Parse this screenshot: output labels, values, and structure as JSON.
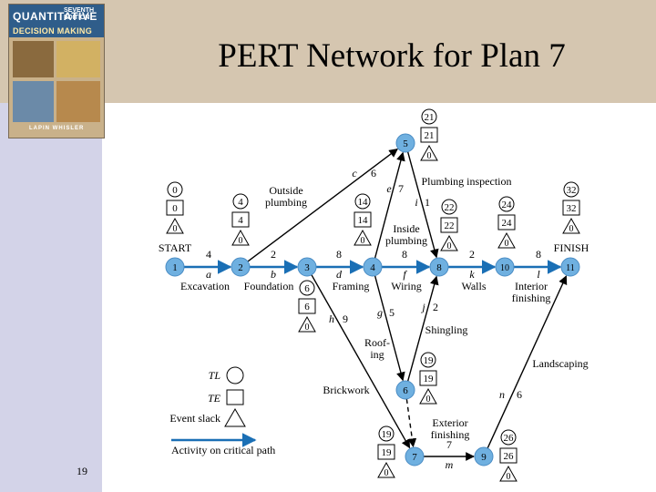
{
  "title": "PERT Network for Plan 7",
  "slide_number": "19",
  "cover": {
    "line1": "QUANTITATIVE",
    "line2": "DECISION MAKING",
    "edition": "SEVENTH EDITION",
    "authors": "LAPIN   WHISLER"
  },
  "colors": {
    "node_fill": "#6fb0e0",
    "critical_path": "#1a6fb5",
    "line": "#000000"
  },
  "events": [
    {
      "id": "1",
      "tl": "0",
      "te": "0",
      "slack": "0",
      "label": "START"
    },
    {
      "id": "2",
      "tl": "4",
      "te": "4",
      "slack": "0"
    },
    {
      "id": "3",
      "tl": "6",
      "te": "6",
      "slack": "0"
    },
    {
      "id": "4",
      "tl": "14",
      "te": "14",
      "slack": "0"
    },
    {
      "id": "5",
      "tl": "21",
      "te": "21",
      "slack": "0"
    },
    {
      "id": "6",
      "tl": "19",
      "te": "19",
      "slack": "0"
    },
    {
      "id": "7",
      "tl": "19",
      "te": "19",
      "slack": "0"
    },
    {
      "id": "8",
      "tl": "22",
      "te": "22",
      "slack": "0"
    },
    {
      "id": "9",
      "tl": "26",
      "te": "26",
      "slack": "0"
    },
    {
      "id": "10",
      "tl": "24",
      "te": "24",
      "slack": "0"
    },
    {
      "id": "11",
      "tl": "32",
      "te": "32",
      "slack": "0",
      "label": "FINISH"
    }
  ],
  "activities": [
    {
      "from": "1",
      "to": "2",
      "letter": "a",
      "time": "4",
      "name": "Excavation",
      "critical": true
    },
    {
      "from": "2",
      "to": "3",
      "letter": "b",
      "time": "2",
      "name": "Foundation",
      "critical": true
    },
    {
      "from": "3",
      "to": "4",
      "letter": "d",
      "time": "8",
      "name": "Framing",
      "critical": true
    },
    {
      "from": "4",
      "to": "8",
      "letter": "f",
      "time": "8",
      "name": "Wiring",
      "critical": true
    },
    {
      "from": "8",
      "to": "10",
      "letter": "k",
      "time": "2",
      "name": "Walls",
      "critical": true
    },
    {
      "from": "10",
      "to": "11",
      "letter": "l",
      "time": "8",
      "name": "Interior finishing",
      "critical": true
    },
    {
      "from": "2",
      "to": "5",
      "letter": "c",
      "time": "6",
      "name": "Outside plumbing",
      "critical": false
    },
    {
      "from": "4",
      "to": "5",
      "letter": "e",
      "time": "7",
      "name": "Inside plumbing",
      "critical": false
    },
    {
      "from": "5",
      "to": "8",
      "letter": "i",
      "time": "1",
      "name": "Plumbing inspection",
      "critical": false
    },
    {
      "from": "4",
      "to": "6",
      "letter": "g",
      "time": "5",
      "name": "Roofing",
      "critical": false
    },
    {
      "from": "6",
      "to": "8",
      "letter": "j",
      "time": "2",
      "name": "Shingling",
      "critical": false
    },
    {
      "from": "3",
      "to": "7",
      "letter": "h",
      "time": "9",
      "name": "Brickwork",
      "critical": false
    },
    {
      "from": "6",
      "to": "7",
      "letter": "",
      "time": "",
      "name": "",
      "critical": false,
      "dummy": true
    },
    {
      "from": "7",
      "to": "9",
      "letter": "m",
      "time": "7",
      "name": "Exterior finishing",
      "critical": false
    },
    {
      "from": "9",
      "to": "11",
      "letter": "n",
      "time": "6",
      "name": "Landscaping",
      "critical": false
    }
  ],
  "legend": {
    "tl": "TL",
    "te": "TE",
    "slack": "Event slack",
    "critical": "Activity on critical path"
  }
}
